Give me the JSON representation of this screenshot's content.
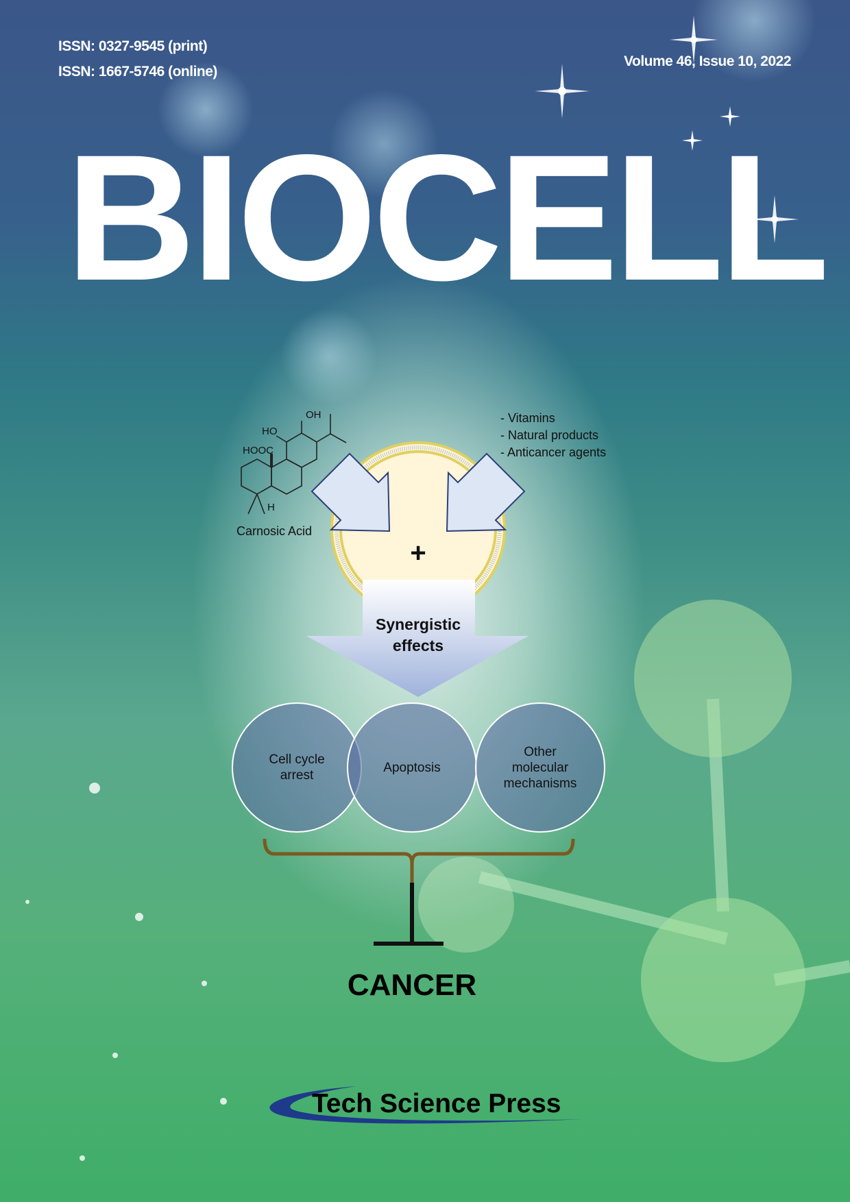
{
  "header": {
    "issn_print": "ISSN: 0327-9545 (print)",
    "issn_online": "ISSN: 1667-5746 (online)",
    "volume_issue": "Volume 46, Issue 10, 2022"
  },
  "journal_title": "BIOCELL",
  "figure": {
    "compound_label": "Carnosic Acid",
    "structure_labels": {
      "oh": "OH",
      "ho": "HO",
      "hooc": "HOOC",
      "h": "H"
    },
    "agents": [
      "- Vitamins",
      "- Natural products",
      "- Anticancer agents"
    ],
    "plus": "+",
    "synergy": [
      "Synergistic",
      "effects"
    ],
    "mechanisms": [
      [
        "Cell cycle",
        "arrest"
      ],
      [
        "Apoptosis"
      ],
      [
        "Other",
        "molecular",
        "mechanisms"
      ]
    ],
    "target": "CANCER"
  },
  "publisher": {
    "name": "Tech Science Press",
    "logo_color": "#1e3a8a"
  },
  "colors": {
    "top": "#3b5689",
    "bottom": "#3fae68",
    "mechanism_fill": "#5a6ea0"
  }
}
